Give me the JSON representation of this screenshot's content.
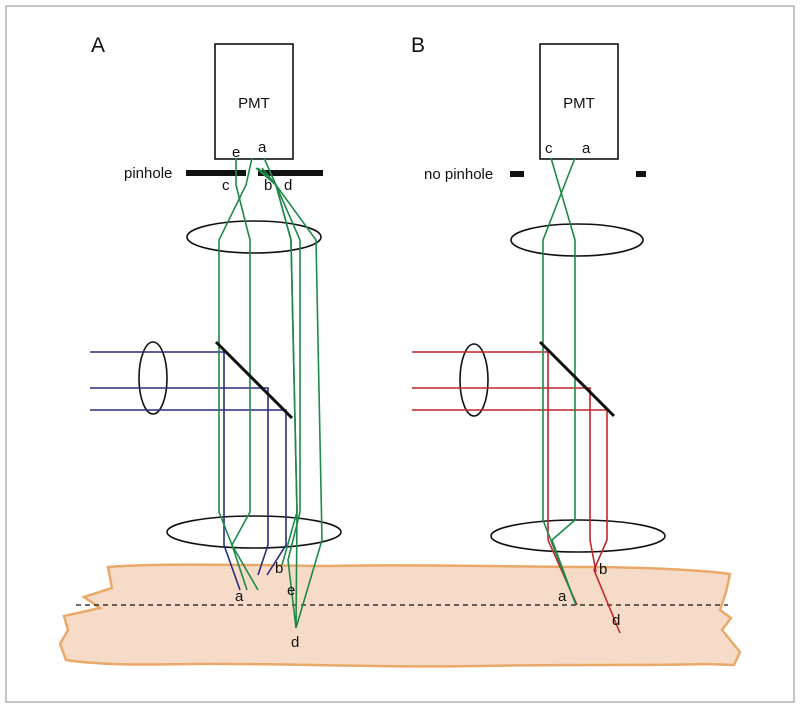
{
  "panels": {
    "A": {
      "panel_label": "A",
      "detector": "PMT",
      "aperture_label": "pinhole",
      "point_labels": {
        "a_top": "a",
        "e_top": "e",
        "c_top": "c",
        "b_top": "b",
        "d_top": "d",
        "a_bottom": "a",
        "b_bottom": "b",
        "e_bottom": "e",
        "d_bottom": "d"
      }
    },
    "B": {
      "panel_label": "B",
      "detector": "PMT",
      "aperture_label": "no pinhole",
      "point_labels": {
        "c_top": "c",
        "a_top": "a",
        "a_bottom": "a",
        "b_bottom": "b",
        "d_bottom": "d"
      }
    }
  },
  "colors": {
    "emission": "#1e8a4a",
    "excitation_A": "#2b2c7e",
    "excitation_B": "#c0272d",
    "tissue_fill": "#f6dcc8",
    "tissue_edge": "#e8a96a",
    "outline": "#111111",
    "frame": "#8c8c8c"
  },
  "icons": [
    "pmt-detector-box",
    "pinhole-plate",
    "lens",
    "dichroic-mirror",
    "tissue-sample",
    "focal-plane-line"
  ]
}
